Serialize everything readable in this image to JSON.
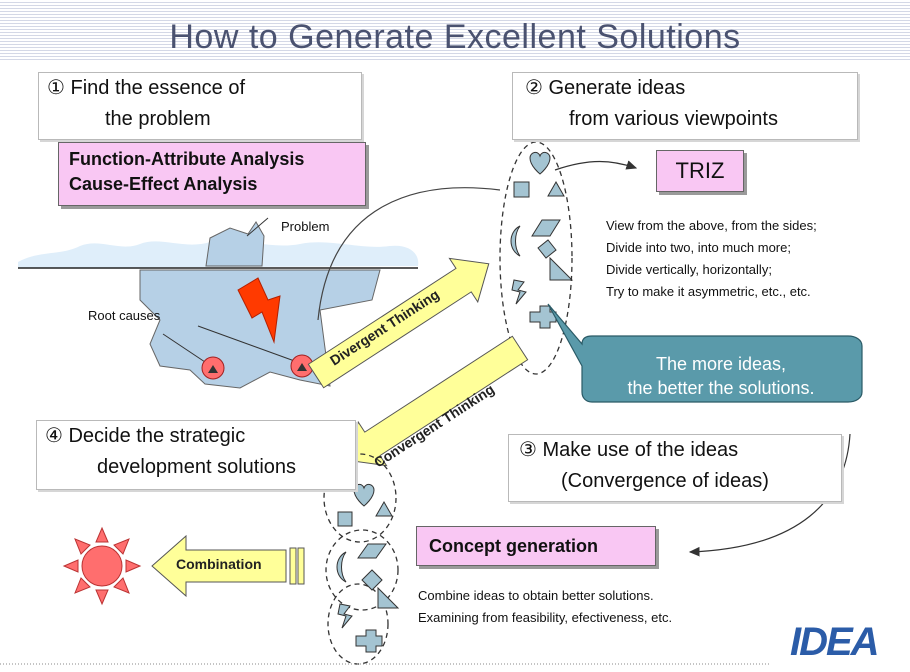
{
  "title": "How to Generate Excellent Solutions",
  "steps": {
    "step1": {
      "line1": "① Find the essence of",
      "line2": "the problem"
    },
    "step2": {
      "line1": "② Generate ideas",
      "line2": "from various viewpoints"
    },
    "step3": {
      "line1": "③ Make use of the ideas",
      "line2": "(Convergence of ideas)"
    },
    "step4": {
      "line1": "④ Decide the strategic",
      "line2": "development solutions"
    }
  },
  "analysis_box": {
    "line1": "Function-Attribute Analysis",
    "line2": "Cause-Effect Analysis"
  },
  "triz": "TRIZ",
  "concept_box": "Concept generation",
  "labels": {
    "problem": "Problem",
    "root_causes": "Root causes"
  },
  "arrows": {
    "divergent": "Divergent Thinking",
    "convergent": "Convergent Thinking",
    "combination": "Combination"
  },
  "viewpoints": [
    "View from the above, from the sides;",
    "Divide into two, into much more;",
    "Divide vertically, horizontally;",
    "Try to make it asymmetric, etc., etc."
  ],
  "bubble": {
    "line1": "The more ideas,",
    "line2": "the better the solutions."
  },
  "combine_notes": [
    "Combine ideas to obtain better solutions.",
    "Examining from feasibility, efectiveness, etc."
  ],
  "logo": "IDEA",
  "colors": {
    "pink_box": "#f9c7f3",
    "yellow_arrow": "#ffff99",
    "bubble": "#5a9aaa",
    "shape_fill": "#a4c4d2",
    "rock": "#b6d0e6",
    "sun": "#ff6e6e",
    "lightning": "#ff3a00",
    "title": "#4a5270"
  }
}
